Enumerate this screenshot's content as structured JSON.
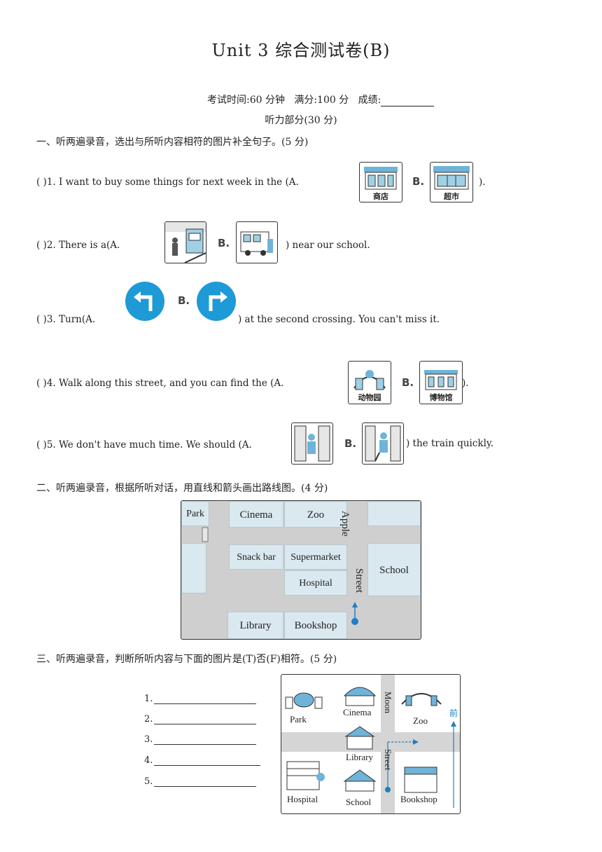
{
  "title": "Unit 3 综合测试卷(B)",
  "meta": {
    "time": "考试时间:60 分钟",
    "score": "满分:100 分",
    "grade": "成绩:"
  },
  "listening_label": "听力部分(30 分)",
  "section1": {
    "heading": "一、听两遍录音，选出与所听内容相符的图片补全句子。(5 分)",
    "questions": [
      {
        "prefix": "(    )1. I want to buy some things for next week in the (A.",
        "a_caption": "商店",
        "b_caption": "超市",
        "suffix": ")."
      },
      {
        "prefix": "(    )2. There is a(A.",
        "suffix": ") near our school."
      },
      {
        "prefix": "(    )3. Turn(A.",
        "suffix": ") at the second crossing. You can't miss it."
      },
      {
        "prefix": "(    )4. Walk along this street, and you can find the (A.",
        "a_caption": "动物园",
        "b_caption": "博物馆",
        "suffix": ")."
      },
      {
        "prefix": "(    )5. We don't have much time. We should (A.",
        "suffix": ") the train quickly."
      }
    ],
    "opt_b": "B."
  },
  "section2": {
    "heading": "二、听两遍录音，根据所听对话，用直线和箭头画出路线图。(4 分)",
    "map": {
      "park": "Park",
      "cinema": "Cinema",
      "zoo": "Zoo",
      "snack_bar": "Snack bar",
      "supermarket": "Supermarket",
      "hospital": "Hospital",
      "school": "School",
      "library": "Library",
      "bookshop": "Bookshop",
      "street1": "Apple",
      "street2": "Street"
    }
  },
  "section3": {
    "heading": "三、听两遍录音，判断所听内容与下面的图片是(T)否(F)相符。(5 分)",
    "lines": [
      "1.",
      "2.",
      "3.",
      "4.",
      "5."
    ],
    "map": {
      "park": "Park",
      "cinema": "Cinema",
      "zoo": "Zoo",
      "library": "Library",
      "hospital": "Hospital",
      "school": "School",
      "bookshop": "Bookshop",
      "street1": "Moon",
      "street2": "Street",
      "forward": "前"
    }
  }
}
